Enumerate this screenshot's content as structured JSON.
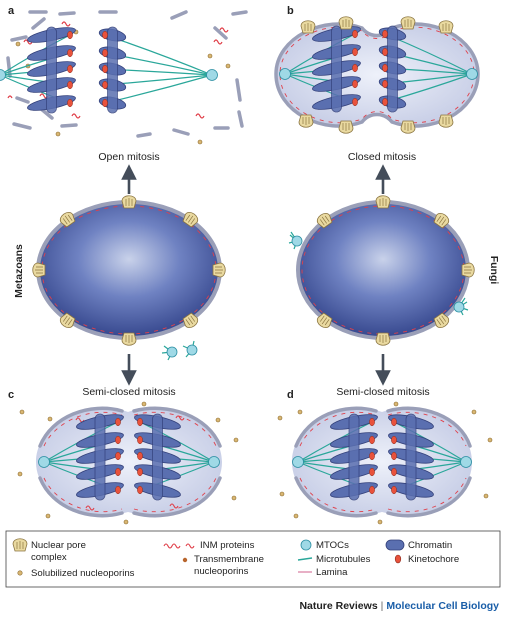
{
  "panels": [
    {
      "letter": "a",
      "caption": "Open mitosis"
    },
    {
      "letter": "b",
      "caption": "Closed mitosis"
    },
    {
      "letter": "c",
      "caption": "Semi-closed mitosis"
    },
    {
      "letter": "d",
      "caption": "Semi-closed mitosis"
    }
  ],
  "side_labels": {
    "left": "Metazoans",
    "right": "Fungi"
  },
  "legend": {
    "npc": [
      "Nuclear pore",
      "complex"
    ],
    "inm": "INM proteins",
    "mtoc": "MTOCs",
    "chromatin": "Chromatin",
    "soluble": "Solubilized nucleoporins",
    "transmembrane": [
      "Transmembrane",
      "nucleoporins"
    ],
    "microtubules": "Microtubules",
    "kinetochore": "Kinetochore",
    "lamina": "Lamina"
  },
  "credit": {
    "publisher": "Nature Reviews",
    "separator": "|",
    "journal": "Molecular Cell Biology"
  },
  "colors": {
    "chromatin": "#5a6fb0",
    "chromatin_dark": "#33407a",
    "nucleus_light": "#c9d2ea",
    "nucleus_dark": "#2e3f86",
    "envelope": "#9a9fb8",
    "microtubule": "#2aa79a",
    "mtoc": "#9fd9e6",
    "kinetochore": "#e8523c",
    "inm": "#e0404a",
    "npc": "#e9d9a0",
    "soluble": "#d9b773",
    "arrow": "#444d5a"
  }
}
